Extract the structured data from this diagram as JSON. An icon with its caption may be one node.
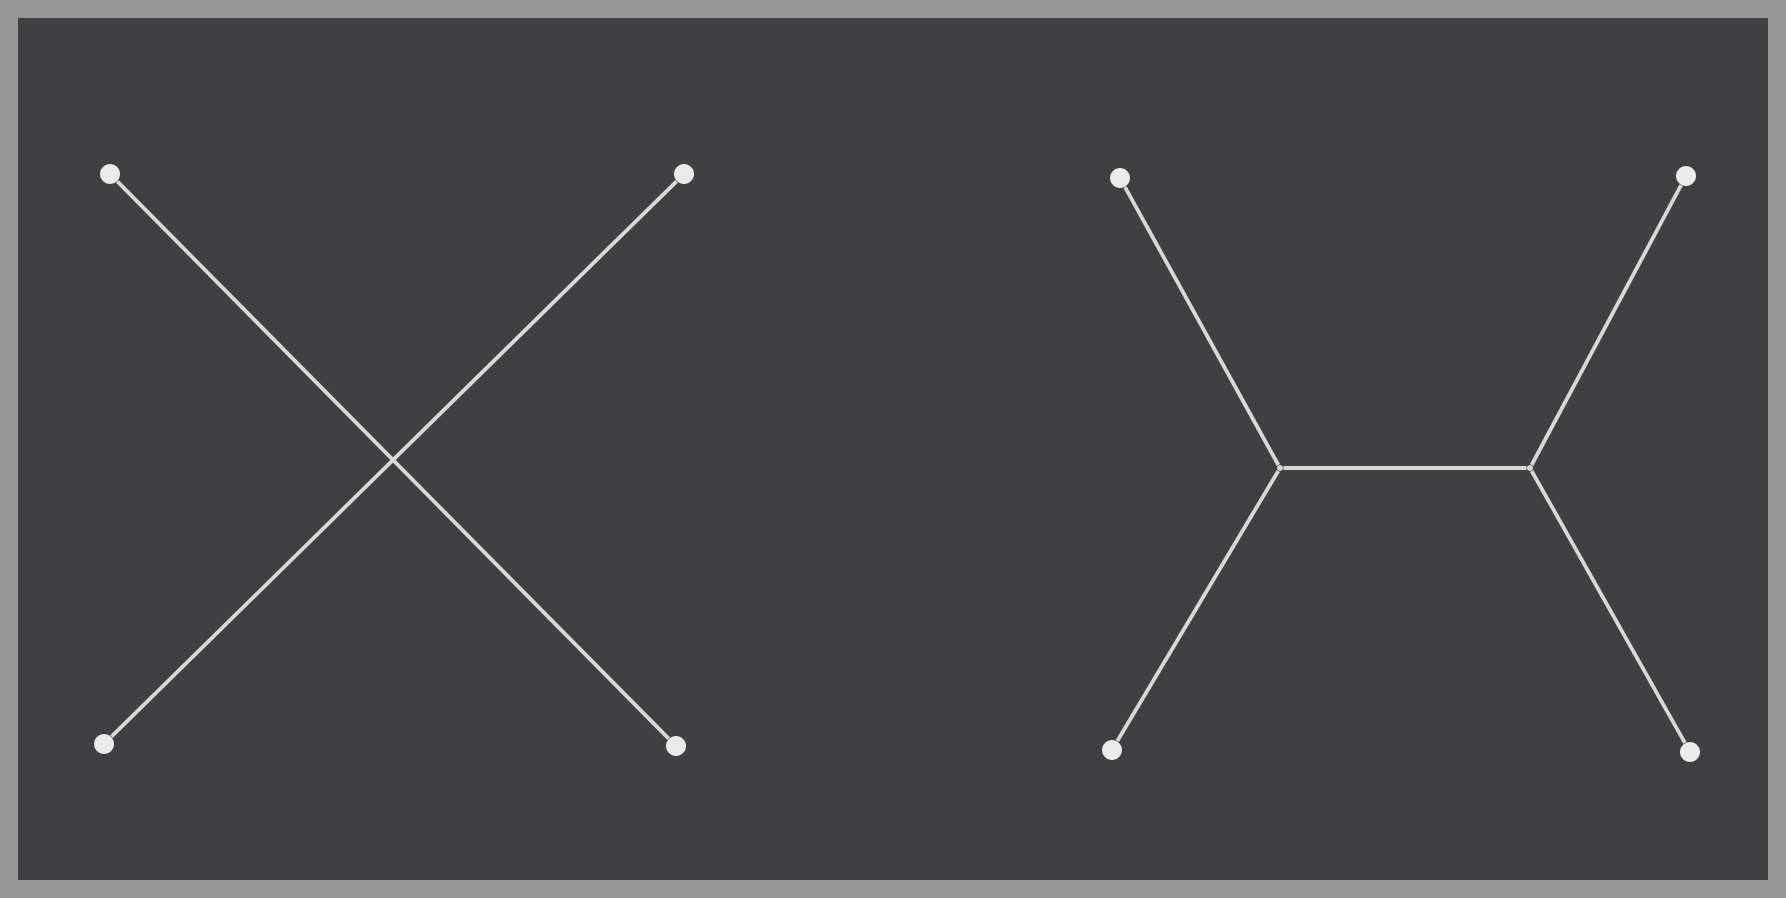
{
  "diagram": {
    "nodes": [
      {
        "text": [],
        "shape": "circle"
      },
      {
        "text": [],
        "shape": "circle"
      },
      {
        "text": [],
        "shape": "circle"
      },
      {
        "text": [],
        "shape": "circle"
      },
      {
        "text": [],
        "shape": "circle"
      },
      {
        "text": [],
        "shape": "circle"
      },
      {
        "text": [],
        "shape": "circle"
      },
      {
        "text": [],
        "shape": "circle"
      },
      {
        "text": [],
        "shape": "point"
      },
      {
        "text": [],
        "shape": "point"
      }
    ],
    "edges": [
      {
        "from": 0,
        "to": 3,
        "arrow": "none"
      },
      {
        "from": 1,
        "to": 2,
        "arrow": "none"
      },
      {
        "from": 4,
        "to": 8,
        "arrow": "none"
      },
      {
        "from": 6,
        "to": 8,
        "arrow": "none"
      },
      {
        "from": 8,
        "to": 9,
        "arrow": "none"
      },
      {
        "from": 9,
        "to": 5,
        "arrow": "none"
      },
      {
        "from": 9,
        "to": 7,
        "arrow": "none"
      }
    ]
  }
}
